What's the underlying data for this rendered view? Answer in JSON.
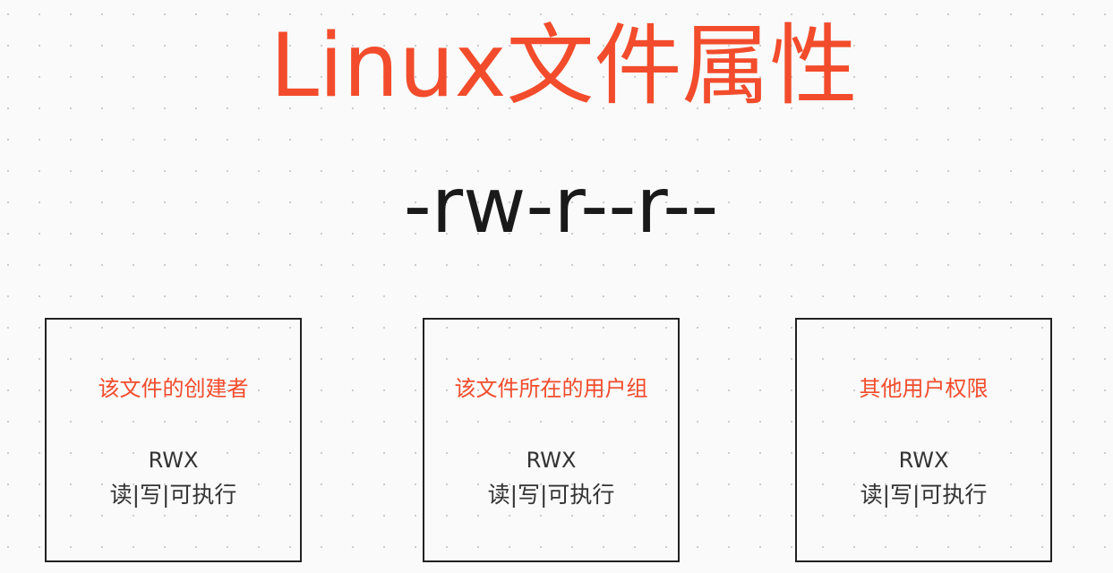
{
  "title": "Linux文件属性",
  "permission_string": "-rw-r--r--",
  "colors": {
    "accent": "#f24c2c",
    "text": "#1a1a1a",
    "background": "#fafafa",
    "border": "#222222"
  },
  "boxes": [
    {
      "label": "该文件的创建者",
      "rwx": "RWX",
      "description": "读|写|可执行"
    },
    {
      "label": "该文件所在的用户组",
      "rwx": "RWX",
      "description": "读|写|可执行"
    },
    {
      "label": "其他用户权限",
      "rwx": "RWX",
      "description": "读|写|可执行"
    }
  ]
}
